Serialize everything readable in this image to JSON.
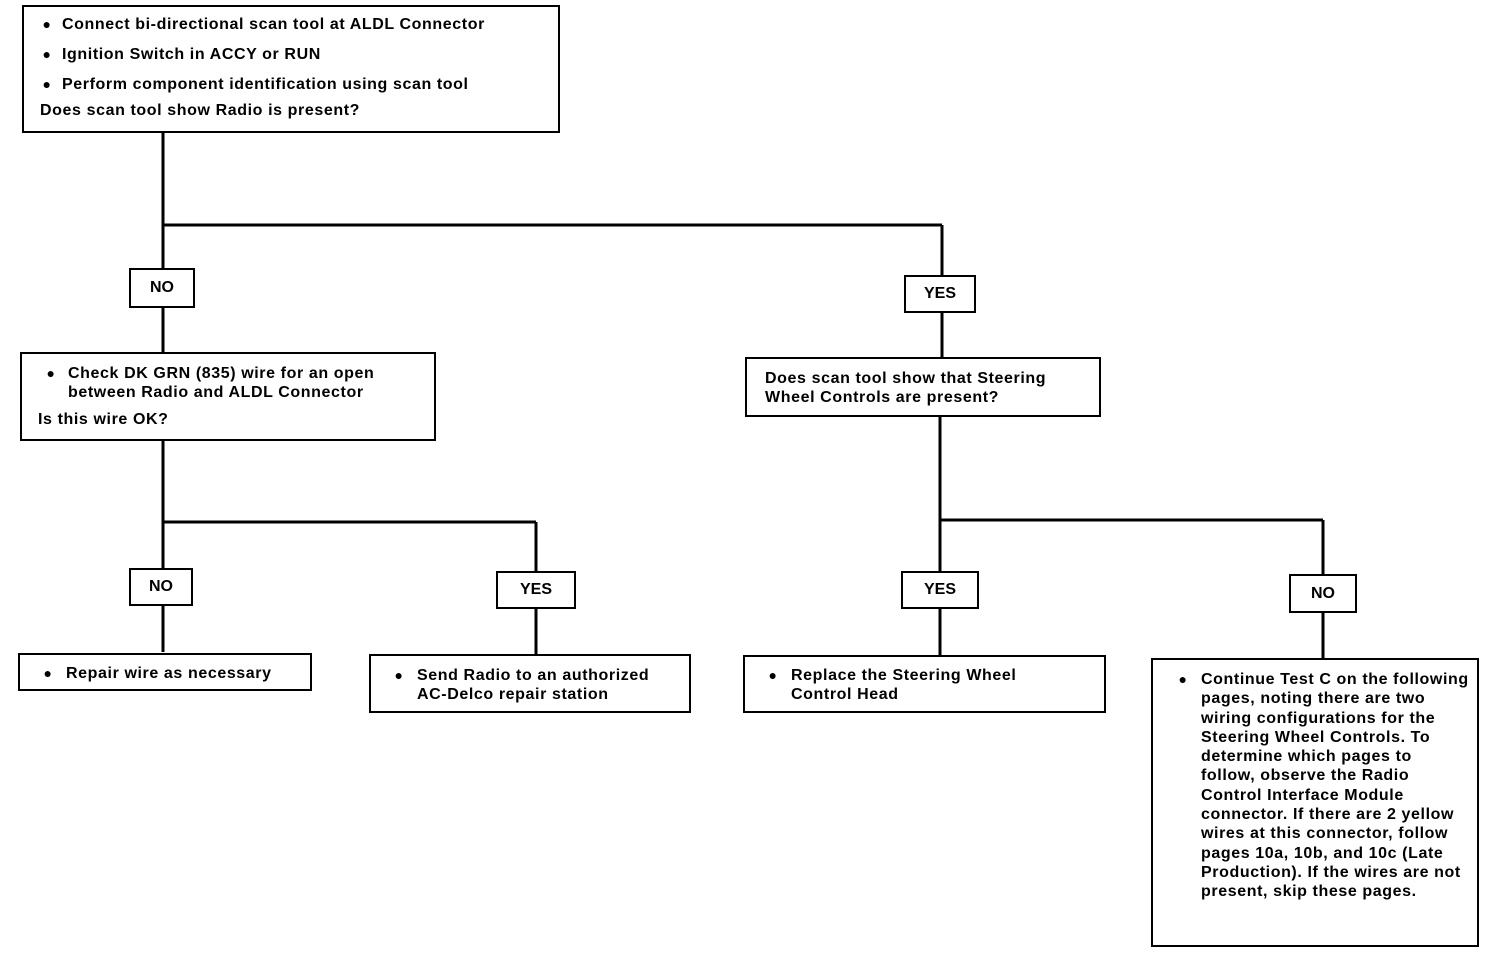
{
  "start": {
    "bullets": [
      "Connect bi-directional scan tool at ALDL Connector",
      "Ignition Switch in ACCY or RUN",
      "Perform component identification using scan tool"
    ],
    "question": "Does scan tool show Radio is present?"
  },
  "labels": {
    "no_1": "NO",
    "yes_1": "YES",
    "no_2": "NO",
    "yes_2": "YES",
    "yes_3": "YES",
    "no_3": "NO"
  },
  "check_wire": {
    "bullet": "Check DK GRN (835) wire for an open between Radio and ALDL Connector",
    "question": "Is this wire OK?"
  },
  "steering_question": "Does scan tool show that Steering Wheel Controls are present?",
  "repair_wire": "Repair wire as necessary",
  "send_radio": "Send Radio to an authorized AC-Delco repair station",
  "replace_head": "Replace the Steering Wheel Control Head",
  "continue_test": "Continue Test C on the following pages, noting there are two wiring configurations for the Steering Wheel Controls. To determine which pages to follow, observe the Radio Control Interface Module connector. If there are 2 yellow wires at this connector, follow pages 10a, 10b, and 10c (Late Production). If the wires are not present, skip these pages."
}
